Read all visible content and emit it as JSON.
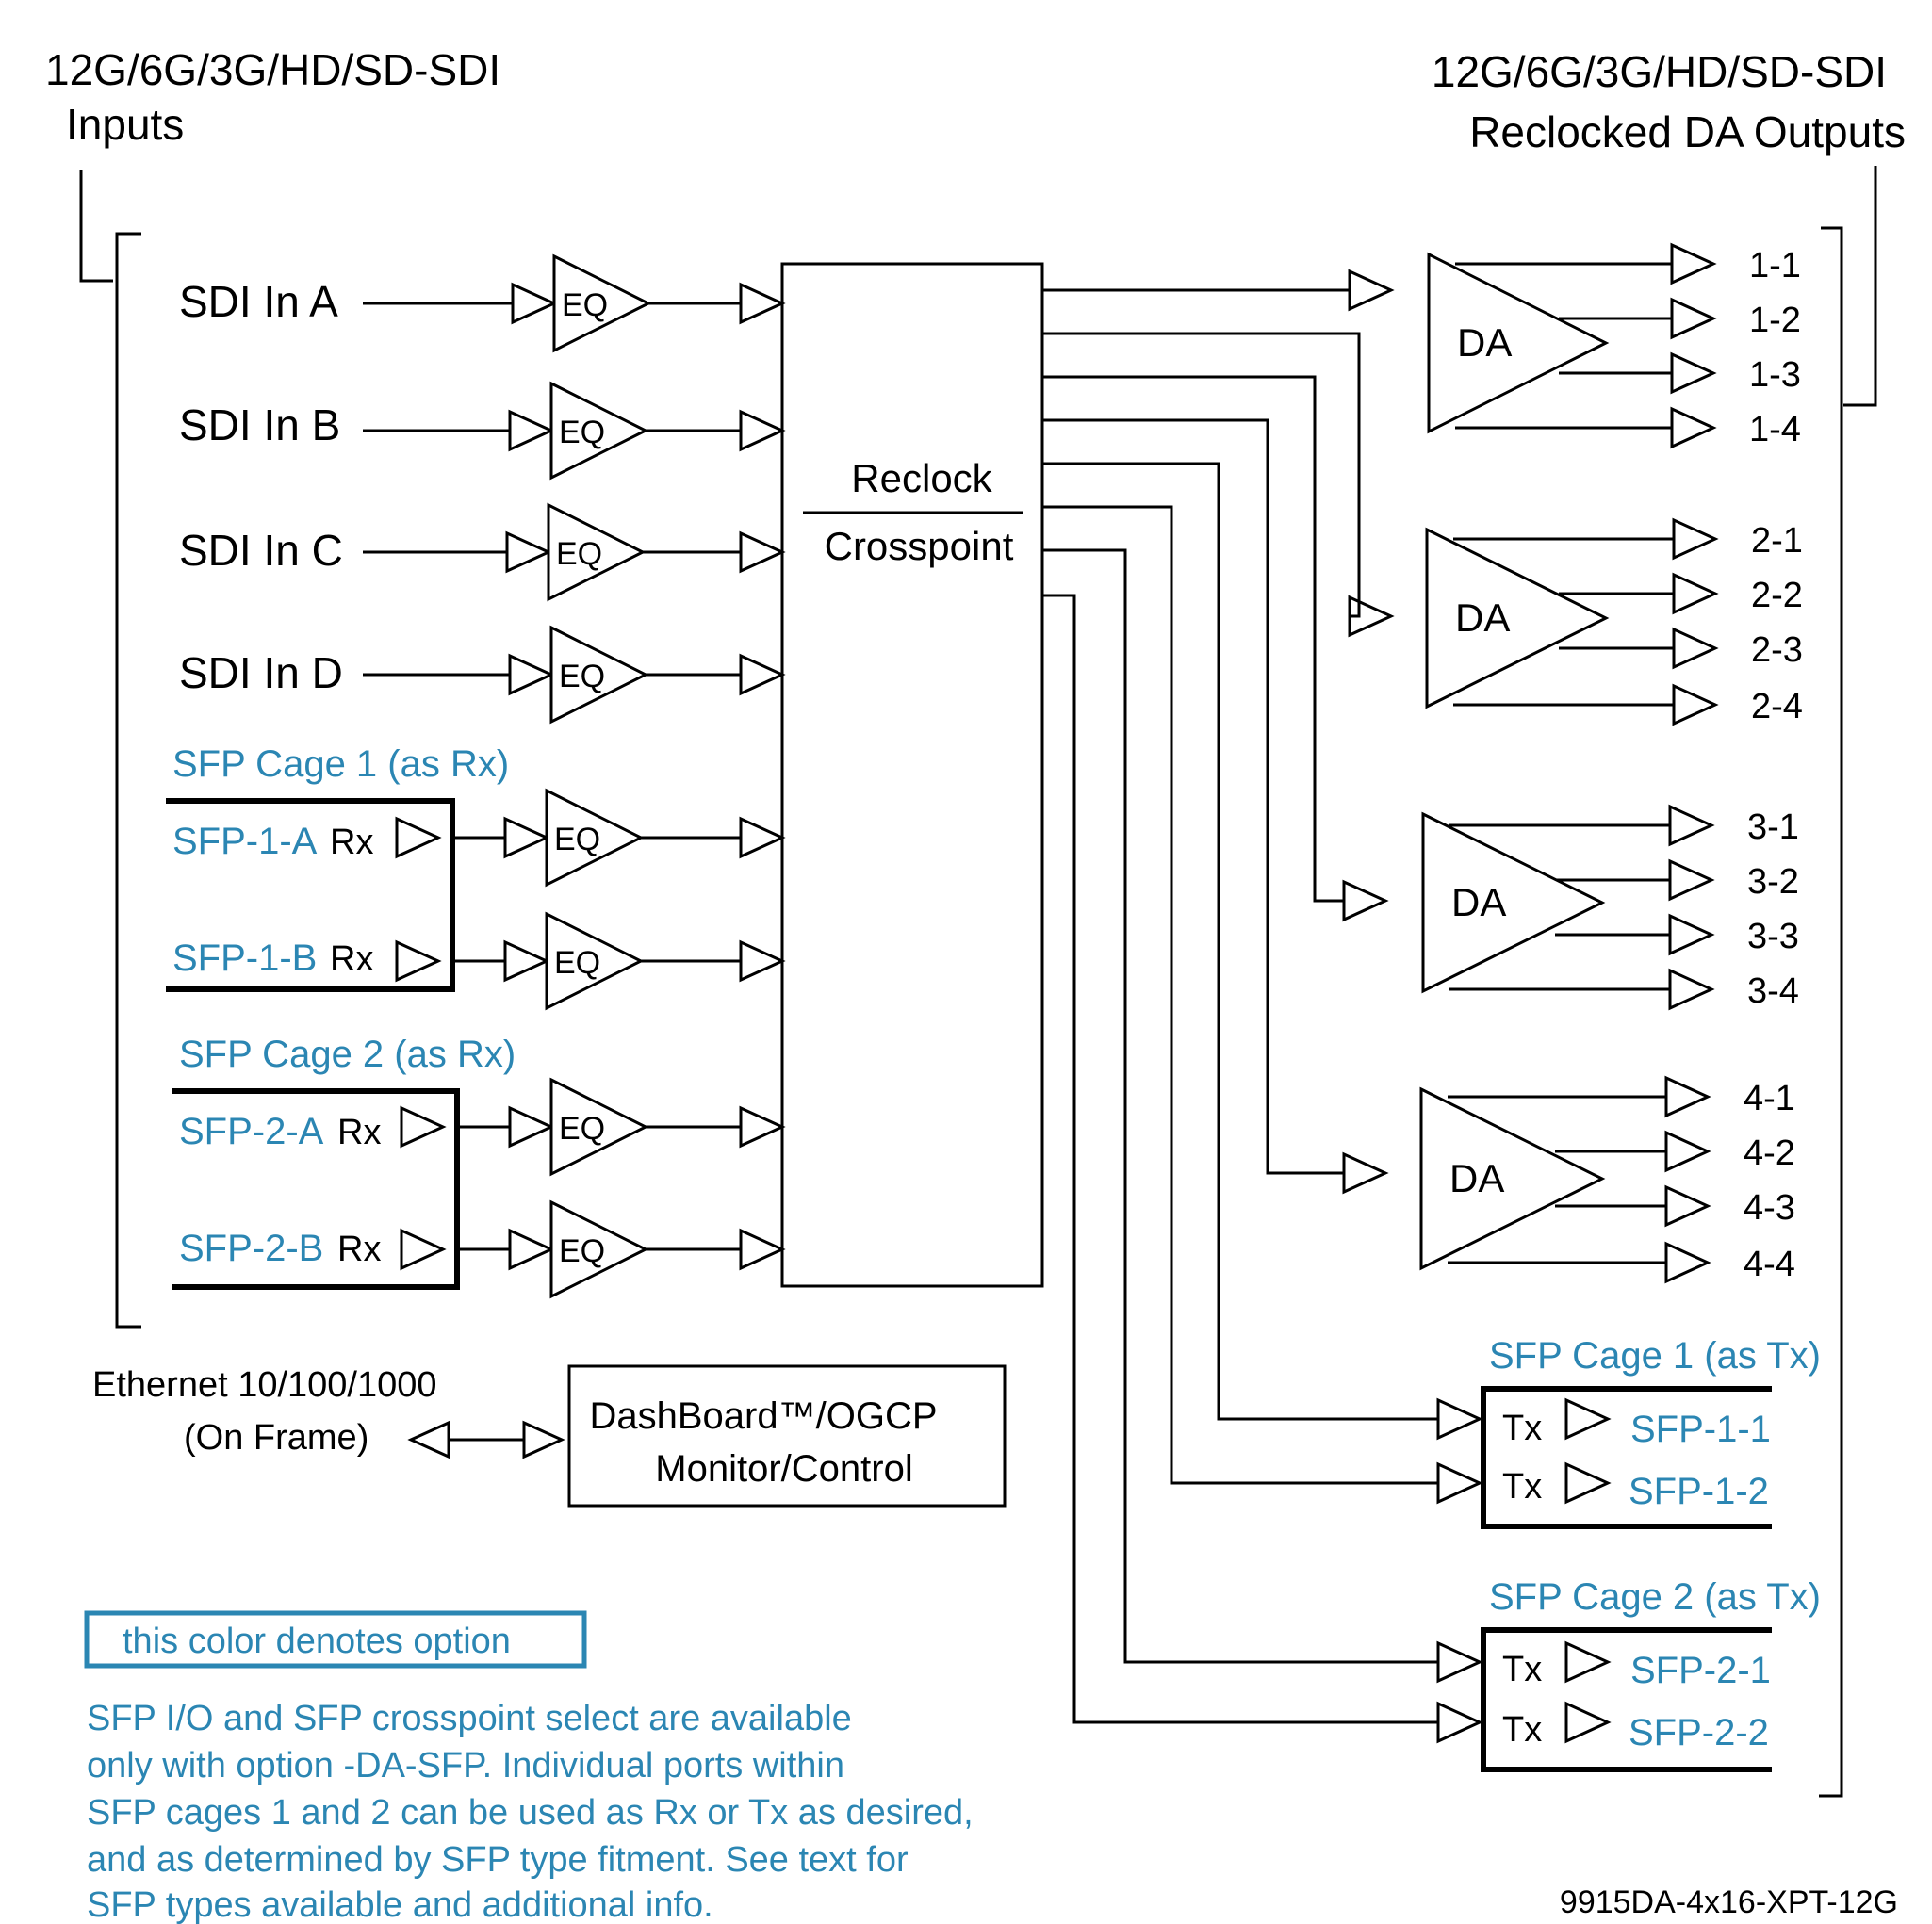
{
  "title_inputs": [
    "12G/6G/3G/HD/SD-SDI",
    "Inputs"
  ],
  "title_outputs": [
    "12G/6G/3G/HD/SD-SDI",
    "Reclocked DA Outputs"
  ],
  "sdi_inputs": [
    "SDI In A",
    "SDI In B",
    "SDI In C",
    "SDI In D"
  ],
  "eq_label": "EQ",
  "crosspoint": {
    "line1": "Reclock",
    "line2": "Crosspoint"
  },
  "sfp_rx": [
    {
      "cage": "SFP Cage 1 (as Rx)",
      "ports": [
        "SFP-1-A",
        "SFP-1-B"
      ]
    },
    {
      "cage": "SFP Cage 2  (as Rx)",
      "ports": [
        "SFP-2-A",
        "SFP-2-B"
      ]
    }
  ],
  "rx_label": "Rx",
  "da_label": "DA",
  "da_outputs": [
    [
      "1-1",
      "1-2",
      "1-3",
      "1-4"
    ],
    [
      "2-1",
      "2-2",
      "2-3",
      "2-4"
    ],
    [
      "3-1",
      "3-2",
      "3-3",
      "3-4"
    ],
    [
      "4-1",
      "4-2",
      "4-3",
      "4-4"
    ]
  ],
  "sfp_tx": [
    {
      "cage": "SFP Cage 1 (as Tx)",
      "ports": [
        "SFP-1-1",
        "SFP-1-2"
      ]
    },
    {
      "cage": "SFP Cage 2 (as Tx)",
      "ports": [
        "SFP-2-1",
        "SFP-2-2"
      ]
    }
  ],
  "tx_label": "Tx",
  "ethernet": {
    "line1": "Ethernet 10/100/1000",
    "line2": "(On Frame)"
  },
  "dashboard": {
    "line1": "DashBoard™/OGCP",
    "line2": "Monitor/Control"
  },
  "legend": "this color denotes option",
  "note": [
    "SFP I/O and SFP crosspoint select are available",
    "only with option -DA-SFP.  Individual ports within",
    "SFP cages 1 and 2 can be used as Rx or Tx as desired,",
    "and as determined by SFP type fitment. See text for",
    "SFP types available and additional info."
  ],
  "model": "9915DA-4x16-XPT-12G",
  "colors": {
    "option": "#2b86b3",
    "line": "#000000"
  }
}
